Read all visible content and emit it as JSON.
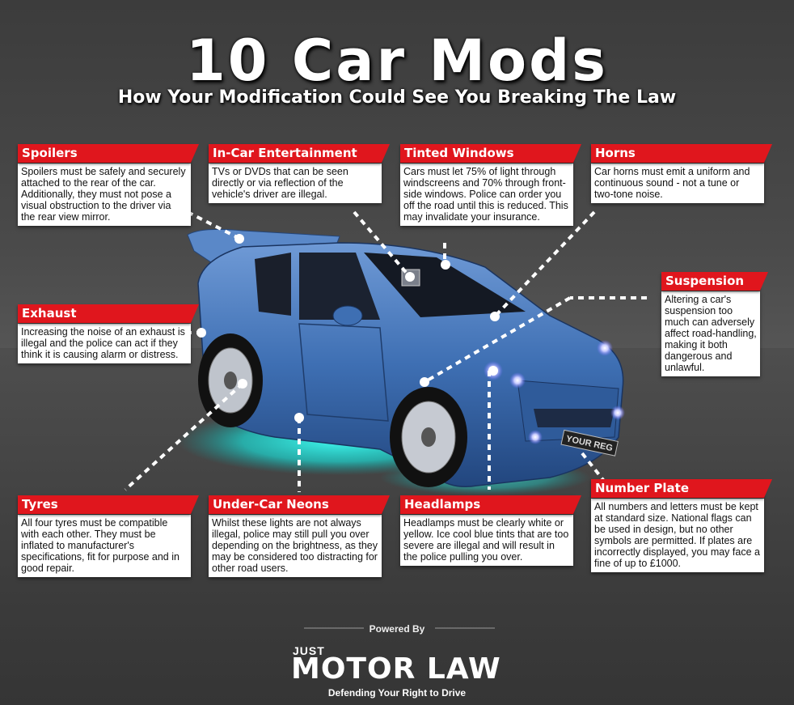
{
  "title": "10 Car Mods",
  "subtitle": "How Your Modification Could See You Breaking The Law",
  "mods": {
    "spoilers": {
      "title": "Spoilers",
      "text": "Spoilers must be safely and securely attached to the rear of the car. Additionally, they must not pose a visual obstruction to the driver via the rear view mirror."
    },
    "entertainment": {
      "title": "In-Car Entertainment",
      "text": "TVs or DVDs that can be seen directly or via reflection of the vehicle's driver are illegal."
    },
    "tinted": {
      "title": "Tinted Windows",
      "text": "Cars must let 75% of light through windscreens and 70% through front-side windows. Police can order you off the road until this is reduced. This may invalidate your insurance."
    },
    "horns": {
      "title": "Horns",
      "text": "Car horns must emit a uniform and continuous sound - not a tune or two-tone noise."
    },
    "suspension": {
      "title": "Suspension",
      "text": "Altering a car's suspension too much can adversely affect road-handling, making it both dangerous and unlawful."
    },
    "exhaust": {
      "title": "Exhaust",
      "text": "Increasing the noise of an exhaust is illegal and the police can act if they think it is causing alarm or distress."
    },
    "tyres": {
      "title": "Tyres",
      "text": "All four tyres must be compatible with each other. They must be inflated to manufacturer's specifications, fit for purpose and in good repair."
    },
    "neons": {
      "title": "Under-Car Neons",
      "text": "Whilst these lights are not always illegal, police may still pull you over depending on the brightness, as they may be considered too distracting for other road users."
    },
    "headlamps": {
      "title": "Headlamps",
      "text": "Headlamps must be clearly white or yellow. Ice cool blue tints that are too severe are illegal and will result in the police pulling you over."
    },
    "plate": {
      "title": "Number Plate",
      "text": "All numbers and letters must be kept at standard size. National flags can be used in design, but no other symbols are permitted. If plates are incorrectly displayed, you may face a fine of up to £1000."
    }
  },
  "plate_text": "YOUR REG",
  "footer": {
    "powered_by": "Powered By",
    "logo_small": "JUST",
    "logo_main": "MOTOR LAW",
    "tagline": "Defending Your Right to Drive"
  },
  "colors": {
    "accent": "#e0161d",
    "car": "#3d6db0",
    "neon": "#33f0e8",
    "background": "#3a3a3a"
  }
}
